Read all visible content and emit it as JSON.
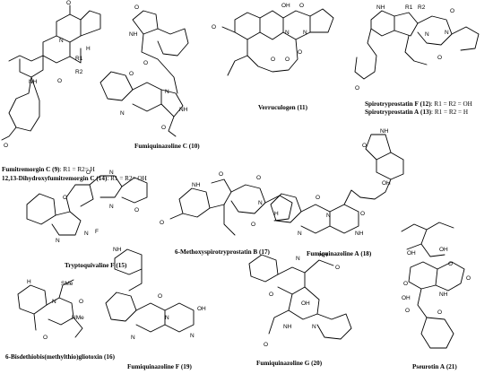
{
  "figure": {
    "compounds": [
      {
        "name": "Fumitremorgin C",
        "num": "(9)",
        "note": ": R1 = R2= H"
      },
      {
        "name": "12,13-Dihydroxyfumitremorgin C",
        "num": "(14)",
        "note": ": R1 = R2= OH"
      },
      {
        "name": "Fumiquinazoline C",
        "num": "(10)",
        "note": ""
      },
      {
        "name": "Verruculogen",
        "num": "(11)",
        "note": ""
      },
      {
        "name": "Spirotryprostatin F",
        "num": "(12)",
        "note": ": R1 = R2 = OH"
      },
      {
        "name": "Spirotryprostatin A",
        "num": "(13)",
        "note": ": R1 = R2 = H"
      },
      {
        "name": "Tryptoquivaline F",
        "num": "(15)",
        "note": ""
      },
      {
        "name": "6-Methoxyspirotryprostatin B",
        "num": "(17)",
        "note": ""
      },
      {
        "name": "Fumiquinazoline A",
        "num": "(18)",
        "note": ""
      },
      {
        "name": "6-Bisdethiobis(methylthio)gliotoxin",
        "num": "(16)",
        "note": ""
      },
      {
        "name": "Fumiquinazoline F",
        "num": "(19)",
        "note": ""
      },
      {
        "name": "Fumiquinazoline G",
        "num": "(20)",
        "note": ""
      },
      {
        "name": "Pseurotin A",
        "num": "(21)",
        "note": ""
      }
    ],
    "atoms": {
      "nh": "NH",
      "n": "N",
      "o": "O",
      "oh": "OH",
      "h": "H",
      "r1": "R1",
      "r2": "R2",
      "sme": "SMe",
      "nme": "NMe",
      "f": "F"
    }
  }
}
